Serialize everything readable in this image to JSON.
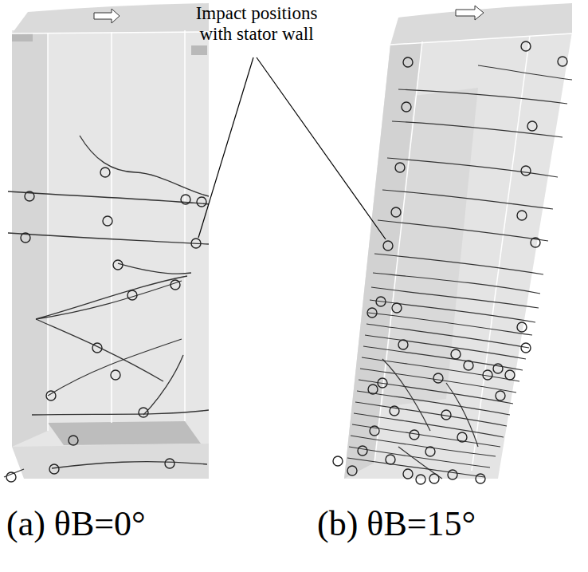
{
  "diagram": {
    "labels": [
      "Impact positions with stator wall",
      "(a) θB=0°",
      "(b) θB=15°"
    ]
  }
}
